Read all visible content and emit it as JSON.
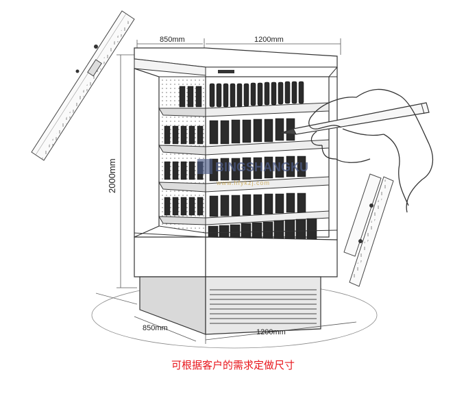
{
  "dimensions": {
    "top_depth": "850mm",
    "top_width": "1200mm",
    "height": "2000mm",
    "bottom_depth": "850mm",
    "bottom_width": "1200mm"
  },
  "watermark": {
    "brand": "BINGSHANGKU",
    "url": "www.hfykzj.com"
  },
  "caption": "可根据客户的需求定做尺寸",
  "colors": {
    "caption": "#e8151b",
    "line": "#333333",
    "watermark": "#4b5a86"
  }
}
